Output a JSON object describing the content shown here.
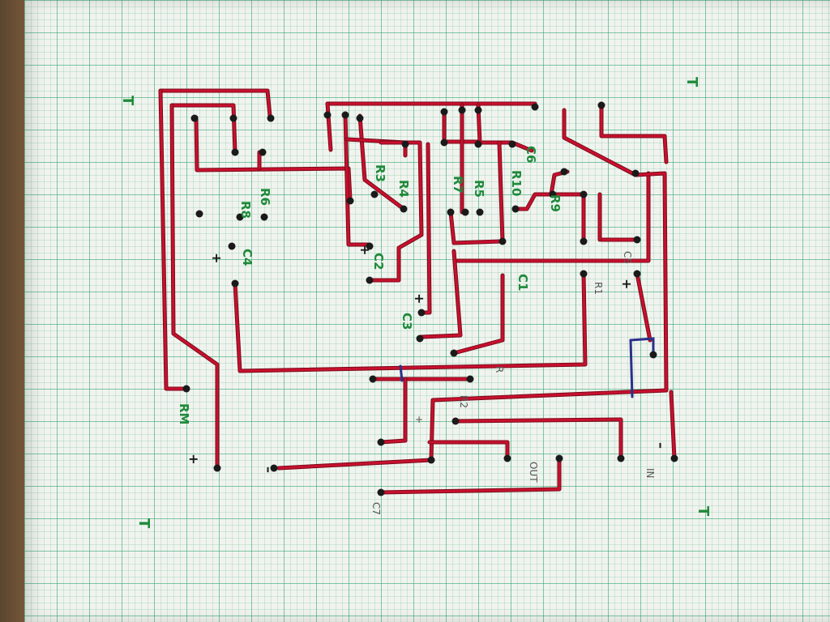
{
  "colors": {
    "trace": "#c8102e",
    "trace_dark": "#7a0a1a",
    "jumper": "#2a2f8a",
    "label_green": "#1f8a3a",
    "label_gray": "#555555",
    "pad": "#1a1a1a"
  },
  "labels": {
    "r8": "R8",
    "r6": "R6",
    "r3": "R3",
    "r4": "R4",
    "r7": "R7",
    "r5": "R5",
    "r10": "R10",
    "c6": "C6",
    "r9": "R9",
    "c4": "C4",
    "c2": "C2",
    "c1": "C1",
    "c3": "C3",
    "c5": "C5",
    "c7": "C7",
    "rm": "RM",
    "out": "OUT",
    "in": "IN",
    "r": "R",
    "r1": "R1",
    "r2": "R2"
  }
}
